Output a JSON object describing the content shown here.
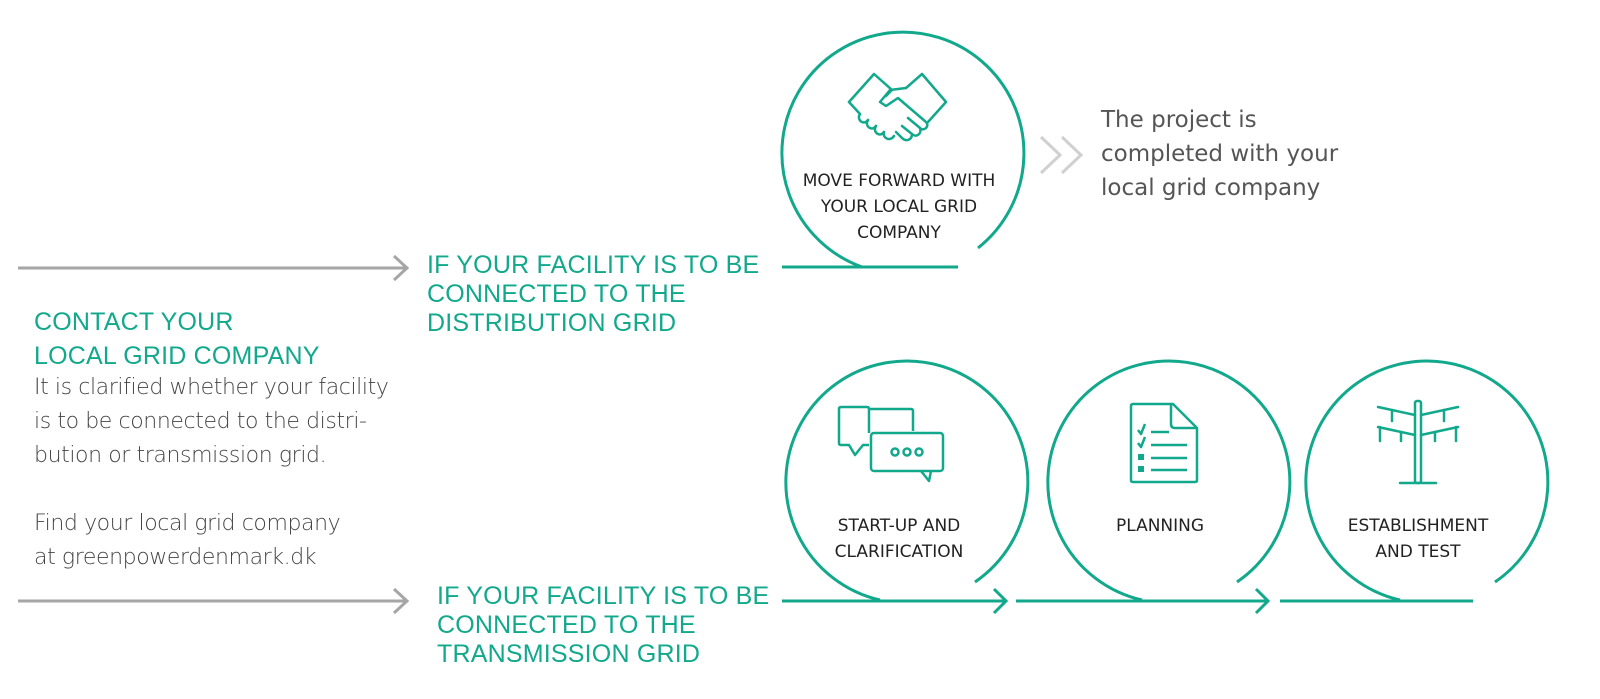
{
  "left_panel": {
    "title_line1": "CONTACT YOUR",
    "title_line2": "LOCAL GRID COMPANY",
    "body_line1": "It is clarified whether your facility",
    "body_line2": "is to be connected to the distri-",
    "body_line3": "bution or transmission grid.",
    "find_line1": "Find your local grid company",
    "find_line2": "at greenpowerdenmark.dk"
  },
  "branches": {
    "distribution": {
      "line1": "IF YOUR FACILITY IS TO BE",
      "line2": "CONNECTED TO THE",
      "line3": "DISTRIBUTION GRID"
    },
    "transmission": {
      "line1": "IF YOUR FACILITY IS TO BE",
      "line2": "CONNECTED TO THE",
      "line3": "TRANSMISSION GRID"
    }
  },
  "distribution_step": {
    "icon": "handshake-icon",
    "label_line1": "MOVE FORWARD WITH",
    "label_line2": "YOUR LOCAL GRID",
    "label_line3": "COMPANY"
  },
  "outcome": {
    "icon": "double-chevron-right-icon",
    "line1": "The project is",
    "line2": "completed with your",
    "line3": "local grid company"
  },
  "transmission_steps": [
    {
      "icon": "chat-bubbles-icon",
      "label_line1": "START-UP AND",
      "label_line2": "CLARIFICATION"
    },
    {
      "icon": "checklist-document-icon",
      "label_line1": "PLANNING",
      "label_line2": ""
    },
    {
      "icon": "power-pylon-icon",
      "label_line1": "ESTABLISHMENT",
      "label_line2": "AND TEST"
    }
  ],
  "colors": {
    "accent": "#11a88c",
    "arrow_gray": "#a6a6a6",
    "chevron_gray": "#d0d0d0",
    "body_text": "#444444",
    "label_text": "#222222"
  }
}
